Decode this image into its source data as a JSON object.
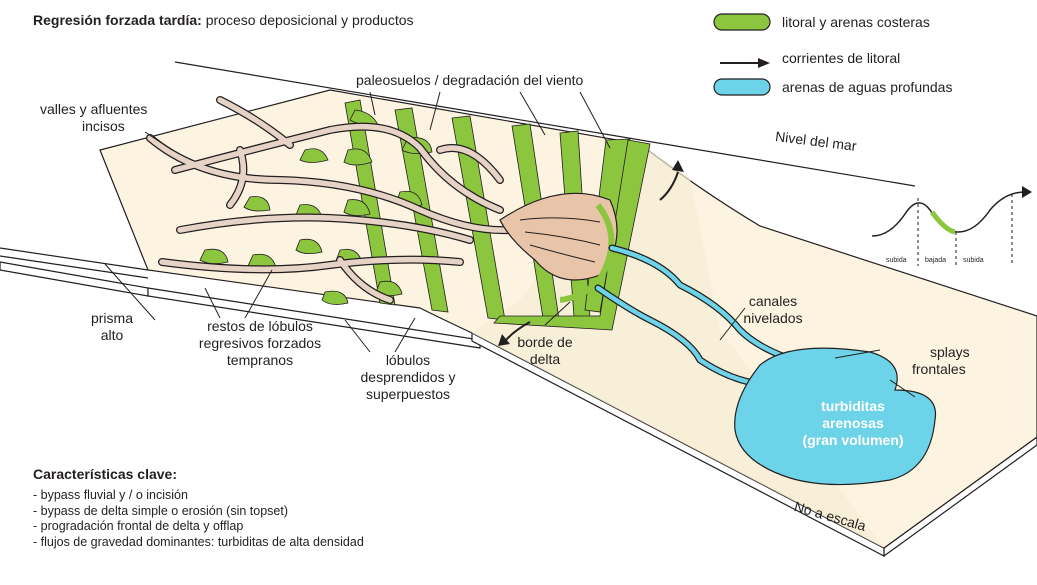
{
  "title": {
    "bold": "Regresión forzada tardía:",
    "rest": "proceso deposicional y productos"
  },
  "legend": [
    {
      "text": "litoral y arenas costeras",
      "color": "#8cc63f",
      "icon": "green-pill-swatch"
    },
    {
      "text": "corrientes de litoral",
      "icon": "arrow-icon"
    },
    {
      "text": "arenas de aguas profundas",
      "color": "#6dd3e8",
      "icon": "cyan-pill-swatch"
    }
  ],
  "labels": {
    "valles": [
      "valles y afluentes",
      "incisos"
    ],
    "paleosuelos": "paleosuelos / degradación del viento",
    "nivel_mar": "Nivel del mar",
    "prisma": [
      "prisma",
      "alto"
    ],
    "restos": [
      "restos de lóbulos",
      "regresivos forzados",
      "tempranos"
    ],
    "lobulos": [
      "lóbulos",
      "desprendidos y",
      "superpuestos"
    ],
    "borde": [
      "borde de",
      "delta"
    ],
    "canales": [
      "canales",
      "nivelados"
    ],
    "splays": [
      "splays",
      "frontales"
    ],
    "turbiditas": [
      "turbiditas",
      "arenosas",
      "(gran volumen)"
    ],
    "no_escala": "No a escala"
  },
  "sea_level_curve": {
    "labels": [
      "subida",
      "bajada",
      "subida"
    ]
  },
  "key_features": {
    "heading": "Características clave:",
    "items": [
      "- bypass fluvial y / o incisión",
      "- bypass de delta simple o erosión (sin topset)",
      "- progradación frontal de delta y offlap",
      "- flujos de gravedad dominantes: turbiditas de alta densidad"
    ]
  },
  "colors": {
    "land": "#fcf3e0",
    "shelf_stripe": "#8cc63f",
    "deep_sand": "#6dd3e8",
    "delta": "#e8c4a8",
    "river": "#e6d3c6",
    "line": "#231f20"
  }
}
